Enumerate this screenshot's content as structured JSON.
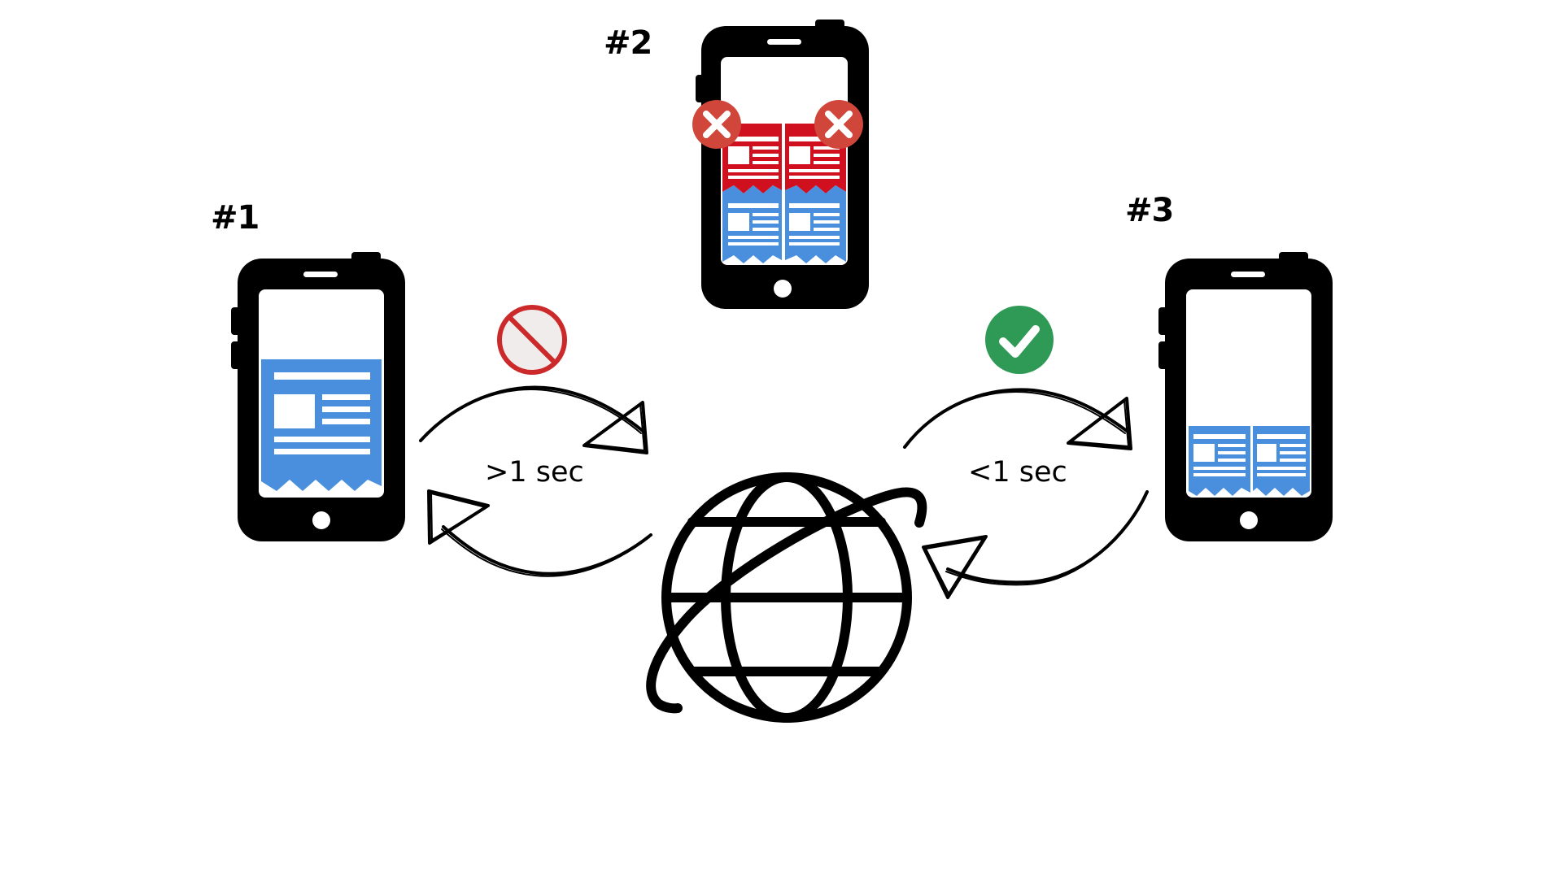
{
  "phones": {
    "one": {
      "label": "#1"
    },
    "two": {
      "label": "#2"
    },
    "three": {
      "label": "#3"
    }
  },
  "timings": {
    "slow": ">1 sec",
    "fast": "<1 sec"
  },
  "colors": {
    "phone": "#000000",
    "content_blue": "#4a8fde",
    "content_red": "#d0101f",
    "reject_red": "#d0463a",
    "prohibit_red": "#cc2a2a",
    "prohibit_fill": "#f0ecec",
    "ok_green": "#2e9a55"
  },
  "icons": {
    "status_slow": "prohibited-icon",
    "status_fast": "checkmark-icon",
    "reject": "close-icon",
    "network": "globe-icon"
  }
}
